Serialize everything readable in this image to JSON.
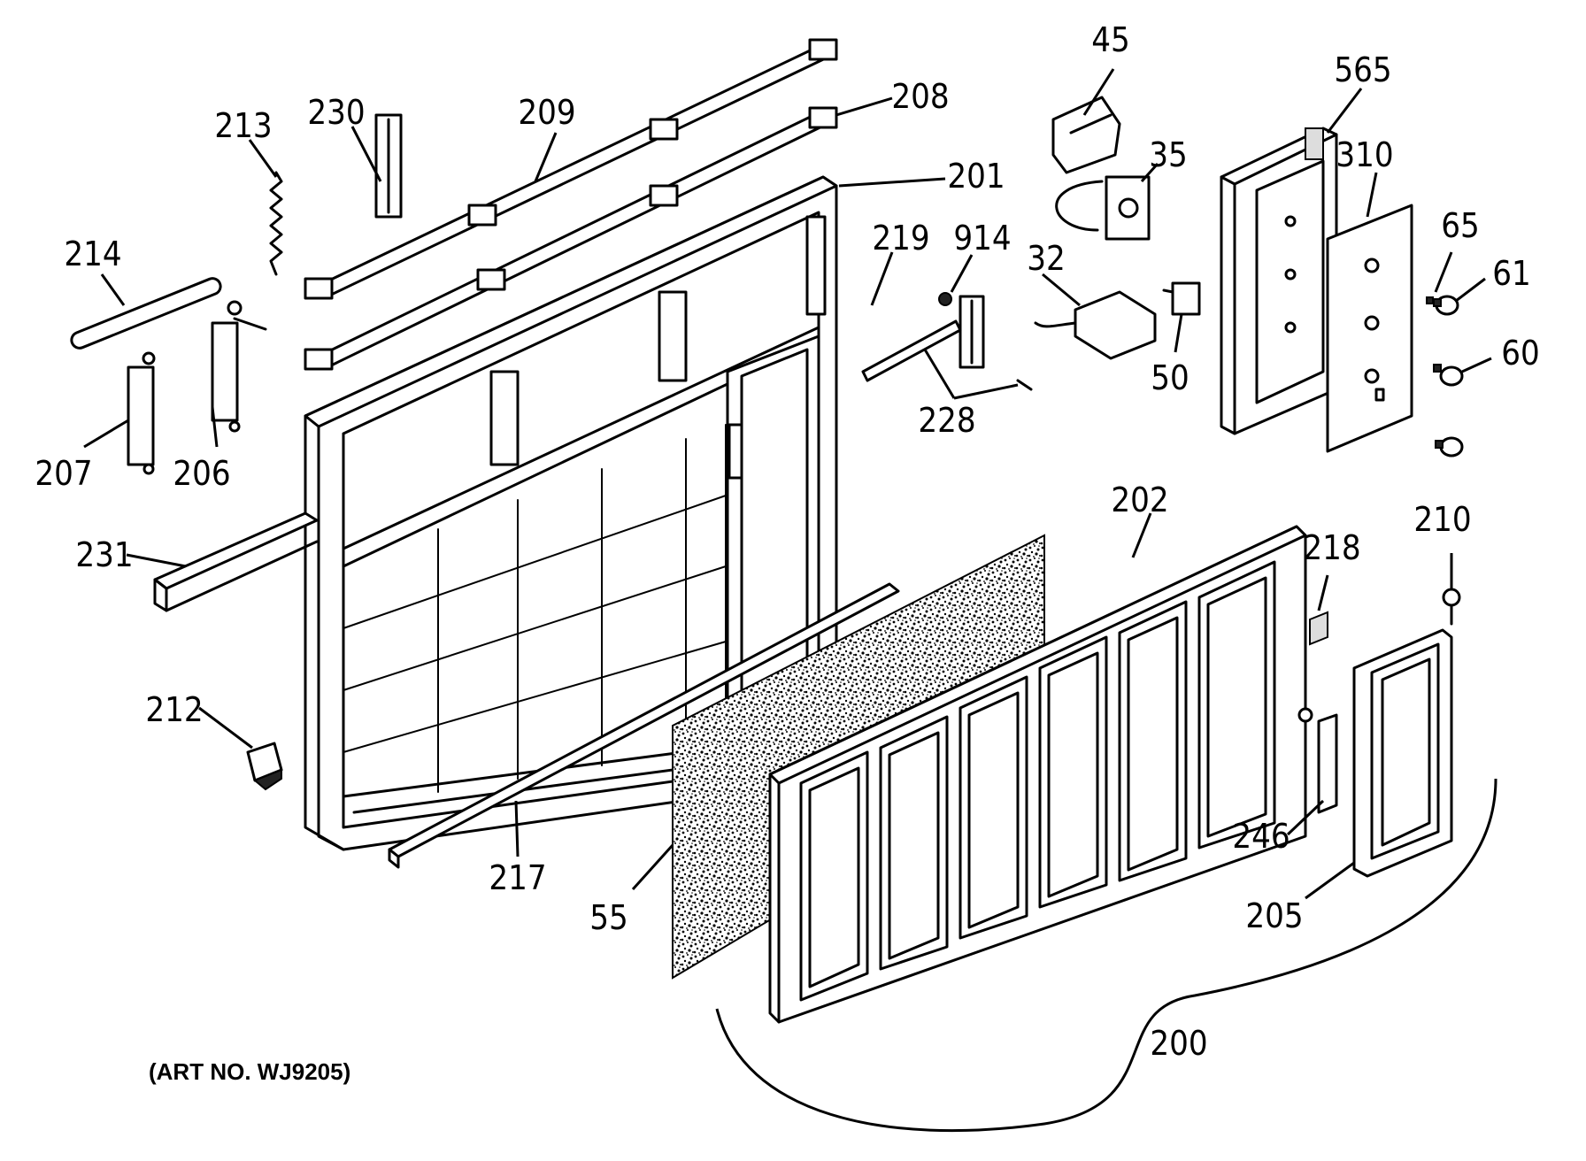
{
  "callouts": {
    "c45": "45",
    "c565": "565",
    "c35": "35",
    "c310": "310",
    "c208": "208",
    "c209": "209",
    "c230": "230",
    "c213": "213",
    "c201": "201",
    "c219": "219",
    "c914": "914",
    "c32": "32",
    "c65": "65",
    "c61": "61",
    "c214": "214",
    "c50": "50",
    "c60": "60",
    "c228": "228",
    "c207": "207",
    "c206": "206",
    "c202": "202",
    "c218": "218",
    "c210": "210",
    "c231": "231",
    "c212": "212",
    "c246": "246",
    "c217": "217",
    "c55": "55",
    "c205": "205",
    "c200": "200"
  },
  "caption": "(ART NO. WJ9205)"
}
